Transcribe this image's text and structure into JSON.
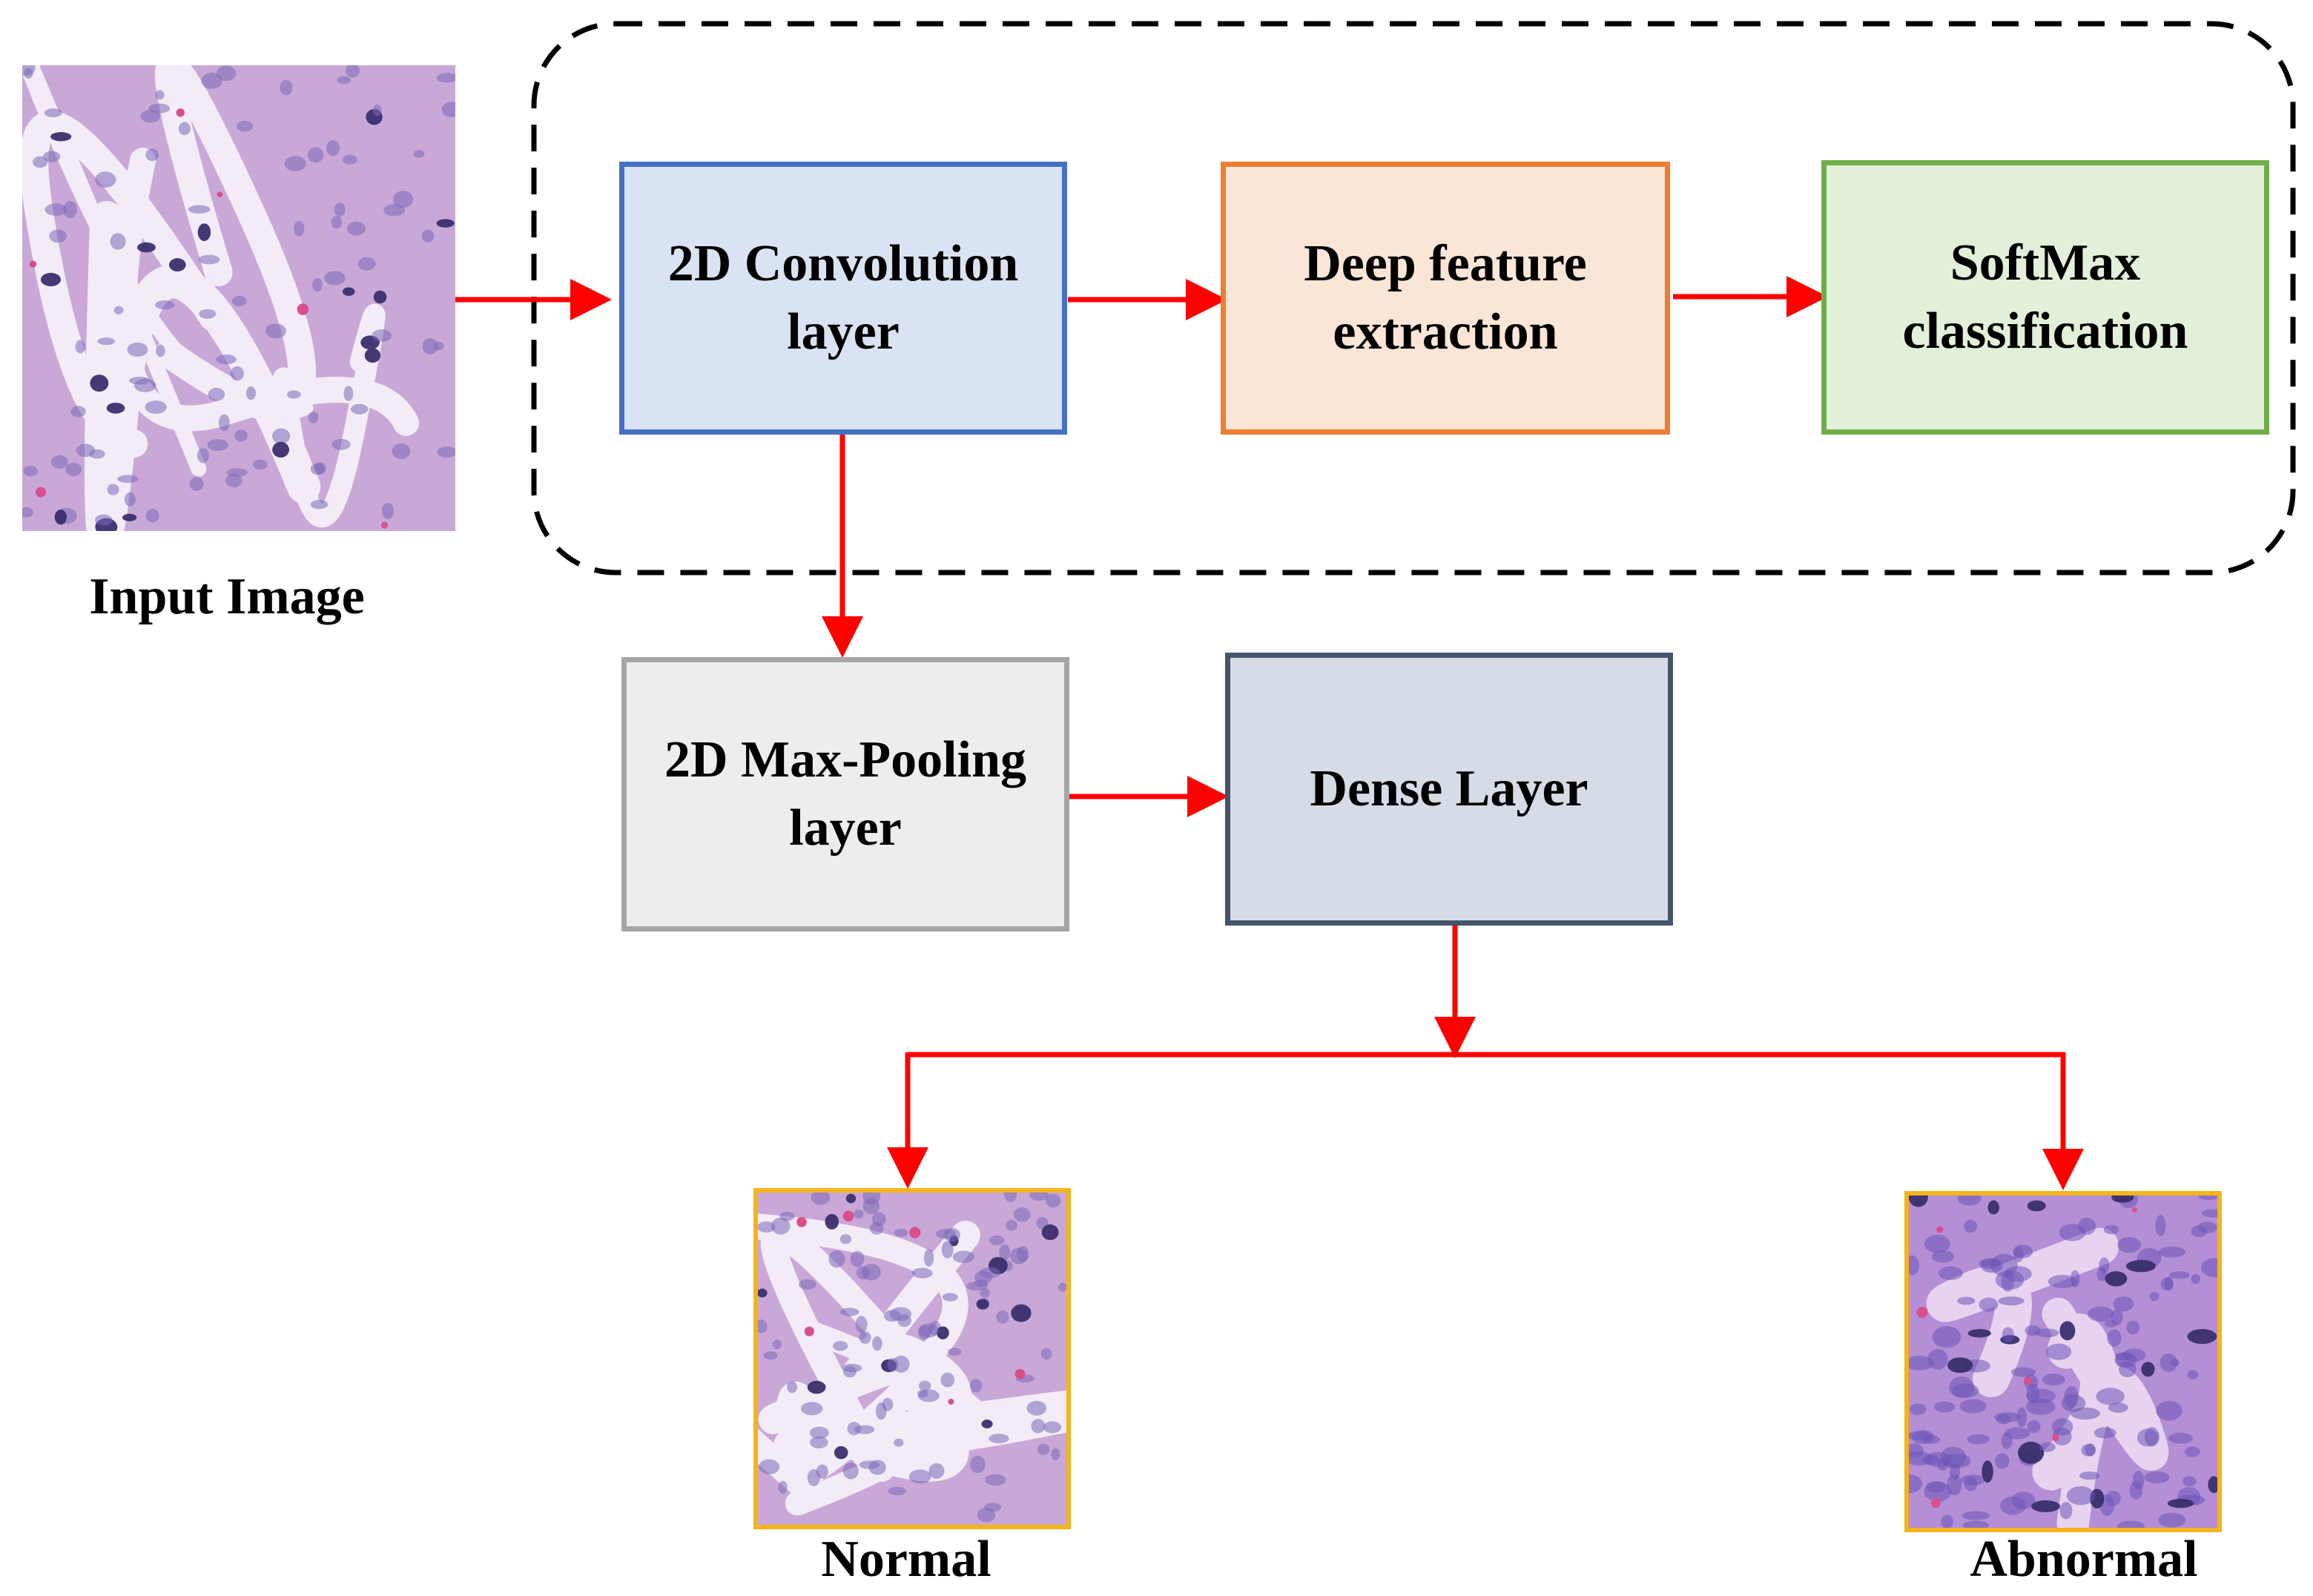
{
  "input": {
    "caption": "Input Image"
  },
  "blocks": {
    "conv": {
      "line1": "2D Convolution",
      "line2": "layer",
      "fill": "#dae3f3",
      "stroke": "#4472c4"
    },
    "deep": {
      "line1": "Deep feature",
      "line2": "extraction",
      "fill": "#fbe5d6",
      "stroke": "#ed7d31"
    },
    "softmax": {
      "line1": "SoftMax",
      "line2": "classification",
      "fill": "#e2f0d9",
      "stroke": "#70ad47"
    },
    "pool": {
      "line1": "2D Max-Pooling",
      "line2": "layer",
      "fill": "#ededed",
      "stroke": "#a5a5a5"
    },
    "dense": {
      "line1": "Dense Layer",
      "line2": "",
      "fill": "#d6dce5",
      "stroke": "#44546a"
    }
  },
  "outputs": {
    "normal": {
      "caption": "Normal"
    },
    "abnormal": {
      "caption": "Abnormal"
    }
  },
  "colors": {
    "arrow": "#ff0000",
    "tile_border": "#f4b41a",
    "dashed_group": "#000000",
    "tissue_base": "#c9a8d8",
    "nucleus": "#7a68b8"
  }
}
